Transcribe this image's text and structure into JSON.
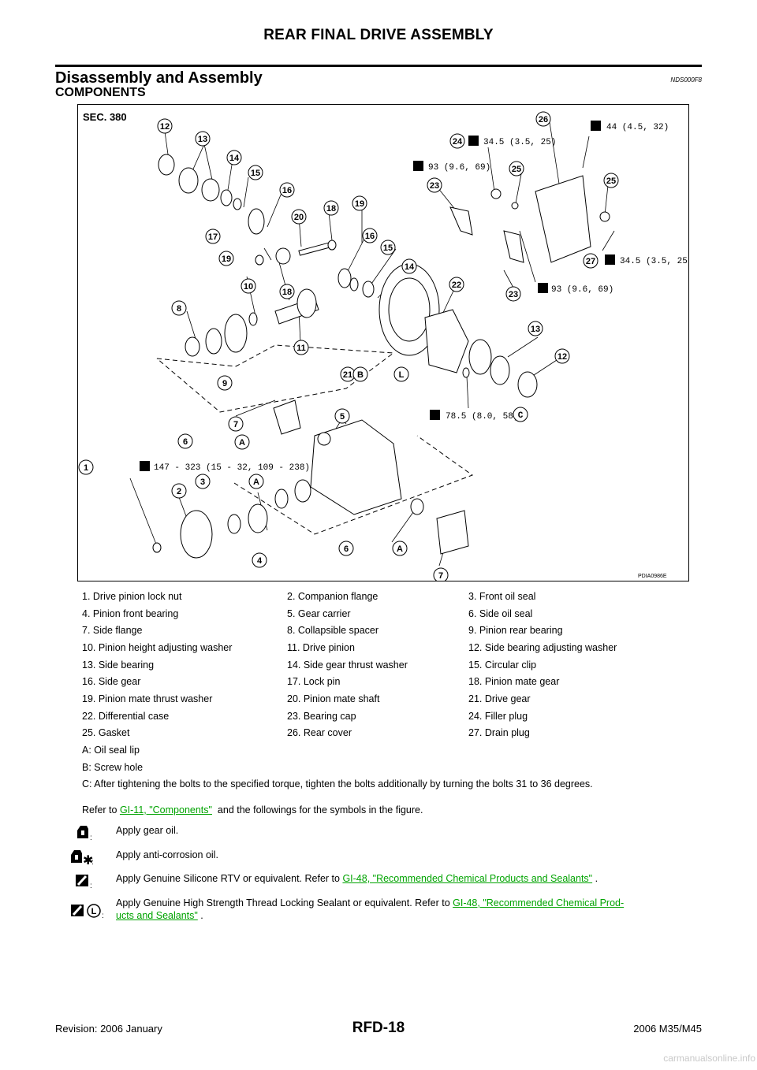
{
  "header": {
    "title": "REAR FINAL DRIVE ASSEMBLY"
  },
  "section": {
    "title": "Disassembly and Assembly",
    "code": "NDS000F8"
  },
  "subsection": {
    "title": "COMPONENTS"
  },
  "figure": {
    "sec_label": "SEC. 380",
    "figure_id": "PDIA0986E",
    "torque_labels": [
      "44 (4.5, 32)",
      "34.5 (3.5, 25)",
      "93 (9.6, 69)",
      "34.5 (3.5, 25)",
      "93 (9.6, 69)",
      "78.5 (8.0, 58)",
      "147 - 323 (15 - 32, 109 - 238)"
    ],
    "callout_letters": [
      "A",
      "B",
      "C",
      "L"
    ],
    "numbers": [
      "1",
      "2",
      "3",
      "4",
      "5",
      "6",
      "7",
      "8",
      "9",
      "10",
      "11",
      "12",
      "13",
      "14",
      "15",
      "16",
      "17",
      "18",
      "19",
      "20",
      "21",
      "22",
      "23",
      "24",
      "25",
      "26",
      "27"
    ]
  },
  "legend": {
    "rows": [
      [
        "1. Drive pinion lock nut",
        "2. Companion flange",
        "3. Front oil seal"
      ],
      [
        "4. Pinion front bearing",
        "5. Gear carrier",
        "6. Side oil seal"
      ],
      [
        "7. Side flange",
        "8. Collapsible spacer",
        "9. Pinion rear bearing"
      ],
      [
        "10. Pinion height adjusting washer",
        "11. Drive pinion",
        "12. Side bearing adjusting washer"
      ],
      [
        "13. Side bearing",
        "14. Side gear thrust washer",
        "15. Circular clip"
      ],
      [
        "16. Side gear",
        "17. Lock pin",
        "18. Pinion mate gear"
      ],
      [
        "19. Pinion mate thrust washer",
        "20. Pinion mate shaft",
        "21. Drive gear"
      ],
      [
        "22. Differential case",
        "23. Bearing cap",
        "24. Filler plug"
      ],
      [
        "25. Gasket",
        "26. Rear cover",
        "27. Drain plug"
      ]
    ],
    "notes": [
      "A: Oil seal lip",
      "B: Screw hole",
      "C: After tightening the bolts to the specified torque, tighten the bolts additionally by turning the bolts 31 to 36 degrees."
    ]
  },
  "refer": {
    "prefix": "Refer to ",
    "link": "GI-11, \"Components\"",
    "suffix": "  and the followings for the symbols in the figure."
  },
  "symbols": [
    {
      "icon": "gear-oil-icon",
      "text": "Apply gear oil."
    },
    {
      "icon": "anti-corrosion-oil-icon",
      "text": "Apply anti-corrosion oil."
    },
    {
      "icon": "silicone-rtv-icon",
      "text_prefix": "Apply Genuine Silicone RTV or equivalent. Refer to ",
      "link": "GI-48, \"Recommended Chemical Products and Sealants\"",
      "text_suffix": " ."
    },
    {
      "icon": "thread-locking-sealant-icon",
      "text_prefix": "Apply Genuine High Strength Thread Locking Sealant or equivalent. Refer to ",
      "link": "GI-48, \"Recommended Chemical Prod-",
      "link2": "ucts and Sealants\"",
      "text_suffix": " ."
    }
  ],
  "colors": {
    "link": "#00a300",
    "watermark": "#c8c8c8"
  },
  "footer": {
    "left": "Revision: 2006 January",
    "center": "RFD-18",
    "right": "2006 M35/M45",
    "watermark": "carmanualsonline.info"
  }
}
